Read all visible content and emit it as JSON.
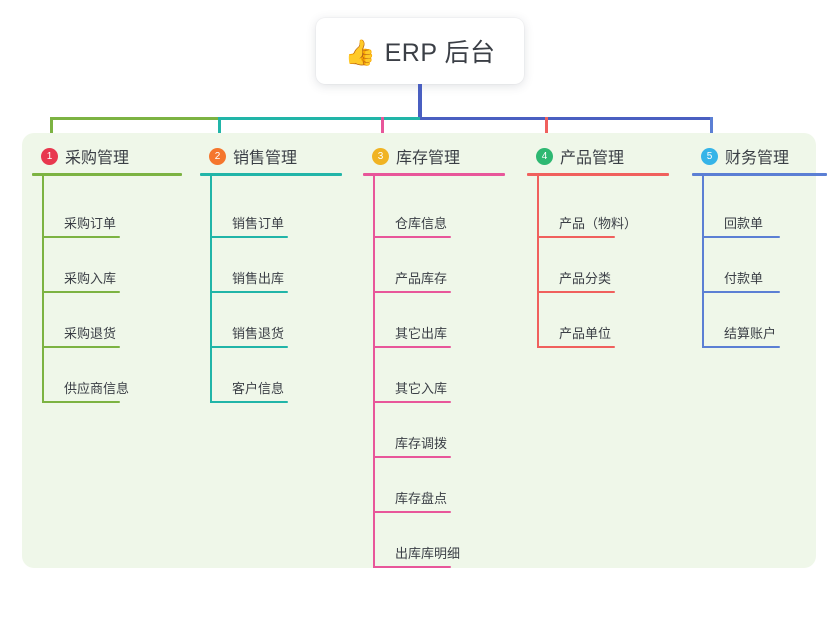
{
  "root": {
    "icon": "thumbs-up-icon",
    "emoji": "👍",
    "title": "ERP 后台"
  },
  "palette": {
    "panel_bg": "#eff7e9",
    "page_bg": "#ffffff",
    "text": "#3b3f46",
    "root_stem": "#4a5fc1"
  },
  "columns": [
    {
      "number": "1",
      "title": "采购管理",
      "badge_color": "#e8384f",
      "line_color": "#7cb342",
      "items": [
        {
          "label": "采购订单"
        },
        {
          "label": "采购入库"
        },
        {
          "label": "采购退货"
        },
        {
          "label": "供应商信息"
        }
      ]
    },
    {
      "number": "2",
      "title": "销售管理",
      "badge_color": "#f5762d",
      "line_color": "#21b5a8",
      "items": [
        {
          "label": "销售订单"
        },
        {
          "label": "销售出库"
        },
        {
          "label": "销售退货"
        },
        {
          "label": "客户信息"
        }
      ]
    },
    {
      "number": "3",
      "title": "库存管理",
      "badge_color": "#f0b323",
      "line_color": "#e8569a",
      "items": [
        {
          "label": "仓库信息"
        },
        {
          "label": "产品库存"
        },
        {
          "label": "其它出库"
        },
        {
          "label": "其它入库"
        },
        {
          "label": "库存调拨"
        },
        {
          "label": "库存盘点"
        },
        {
          "label": "出库库明细"
        }
      ]
    },
    {
      "number": "4",
      "title": "产品管理",
      "badge_color": "#2eb872",
      "line_color": "#f0605d",
      "items": [
        {
          "label": "产品（物料）"
        },
        {
          "label": "产品分类"
        },
        {
          "label": "产品单位"
        }
      ]
    },
    {
      "number": "5",
      "title": "财务管理",
      "badge_color": "#35b4e8",
      "line_color": "#5b7fd4",
      "items": [
        {
          "label": "回款单"
        },
        {
          "label": "付款单"
        },
        {
          "label": "结算账户"
        }
      ]
    }
  ]
}
